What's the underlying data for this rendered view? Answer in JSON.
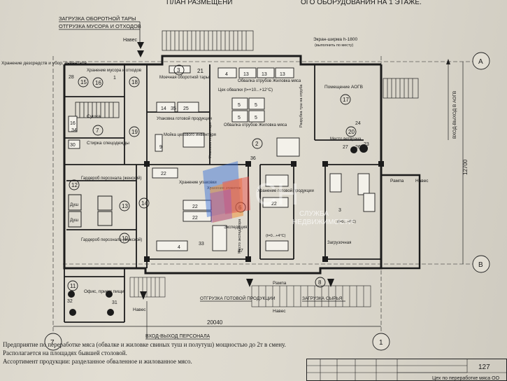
{
  "header": {
    "title_left": "ПЛАН РАЗМЕЩЕНИ",
    "title_right": "ОГО ОБОРУДОВАНИЯ НА 1 ЭТАЖЕ."
  },
  "top_notes": {
    "load_containers": "ЗАГРУЗКА ОБОРОТНОЙ ТАРЫ",
    "ship_waste": "ОТГРУЗКА МУСОРА И ОТХОДОВ",
    "canopy_top": "Навес",
    "screen": "Экран-ширма h-1800",
    "screen_note": "(выполнить по месту)"
  },
  "axes": {
    "A": "A",
    "B": "B",
    "ax7": "7",
    "ax1": "1"
  },
  "dimensions": {
    "width": "20040",
    "height": "12700",
    "entry_agv": "ВХОД-ВЫХОД В АОГВ"
  },
  "rooms": {
    "r15": "15",
    "r16": "16",
    "r18": "18",
    "r3": "3",
    "r21": "21",
    "r17": "17",
    "r7": "7",
    "r19": "19",
    "r20": "20",
    "r2": "2",
    "r12": "12",
    "r13": "13",
    "r14": "14",
    "r10": "10",
    "r11": "11",
    "r6": "6",
    "r8": "8"
  },
  "labels": {
    "disinfect": "Хранение дезсредств и убор. инвентаря",
    "waste": "Хранение мусора и отходов",
    "container_wash": "Моечная оборотной тары",
    "deboning_shop": "Цех обвалки (t=+10...+12°C)",
    "deboning_meat": "Обвалка отрубов Жиловка мяса",
    "agv_room": "Помещение АОГВ",
    "dryer": "Сушка",
    "wash_clothes": "Стирка спецодежды",
    "pack_finished": "Упаковка готовой продукции",
    "wash_tools": "Мойка цехового инвентаря",
    "pack_bin": "Упаковка инвентаря",
    "deboning_meat2": "Обвалка отрубов Жиловка мяса",
    "shower": "Разрубка туш на отруба",
    "vet": "Место ветврача",
    "wardrobe_f": "Гардероб персонала (женский)",
    "wardrobe_m": "Гардероб персонала (мужской)",
    "shower_f": "Душ",
    "shower_m": "Душ",
    "storage_pack": "Хранение упаковки",
    "labels_store": "Хранение этикеток",
    "expedition": "Экспедиция",
    "storage_finished": "Хранение готовой продукции",
    "temp_finished": "(t=0...+4°C)",
    "temp_raw": "(t=0...-4°C)",
    "expedition_spot": "Место экспедитора",
    "loading_spot": "Загрузочная",
    "ramp1": "Рампа",
    "canopy1": "Навес",
    "ramp2": "Рампа",
    "canopy2": "Навес",
    "office": "Офис, прием пищи",
    "ship_finished": "ОТГРУЗКА ГОТОВОЙ ПРОДУКЦИИ",
    "load_raw": "ЗАГРУЗКА СЫРЬЯ",
    "entry_staff": "ВХОД-ВЫХОД ПЕРСОНАЛА",
    "canopy3": "Навес"
  },
  "equipment_numbers": {
    "e28": "28",
    "e1": "1",
    "e4a": "4",
    "e13a": "13",
    "e13b": "13",
    "e13c": "13",
    "e5a": "5",
    "e5b": "5",
    "e5c": "5",
    "e5d": "5",
    "e14": "14",
    "e35": "35",
    "e25": "25",
    "e16": "16",
    "e34": "34",
    "e30": "30",
    "e22a": "22",
    "e22b": "22",
    "e22c": "22",
    "e22d": "22",
    "e36": "36",
    "e4b": "4",
    "e33": "33",
    "e37": "37",
    "e3": "3",
    "e9": "9",
    "e24": "24",
    "e23": "23",
    "e26": "26",
    "e27": "27",
    "e32": "32",
    "e31": "31"
  },
  "watermark": {
    "center": "CH",
    "line1": "СЛУЖБА",
    "line2": "НЕДВИЖИМОСТИ"
  },
  "bottom_notes": [
    "Предприятие по переработке мяса (обвалке и жиловке свиных туш и полутуш) мощностью до 2т в смену.",
    "Располагается на площадях бывшей столовой.",
    "Ассортимент продукции: разделанное обваленное и жилованное мясо."
  ],
  "stamp": {
    "sheet_no": "127",
    "caption": "Цех по переработке мяса ОО"
  },
  "colors": {
    "ink": "#1b1b1b",
    "paper": "#dedad0",
    "wall_fill": "#ffffff",
    "watermark_blue": "#2f6bd8",
    "watermark_orange": "#f08a2a",
    "watermark_red": "#e8403a",
    "watermark_purple": "#8e3bb8"
  }
}
